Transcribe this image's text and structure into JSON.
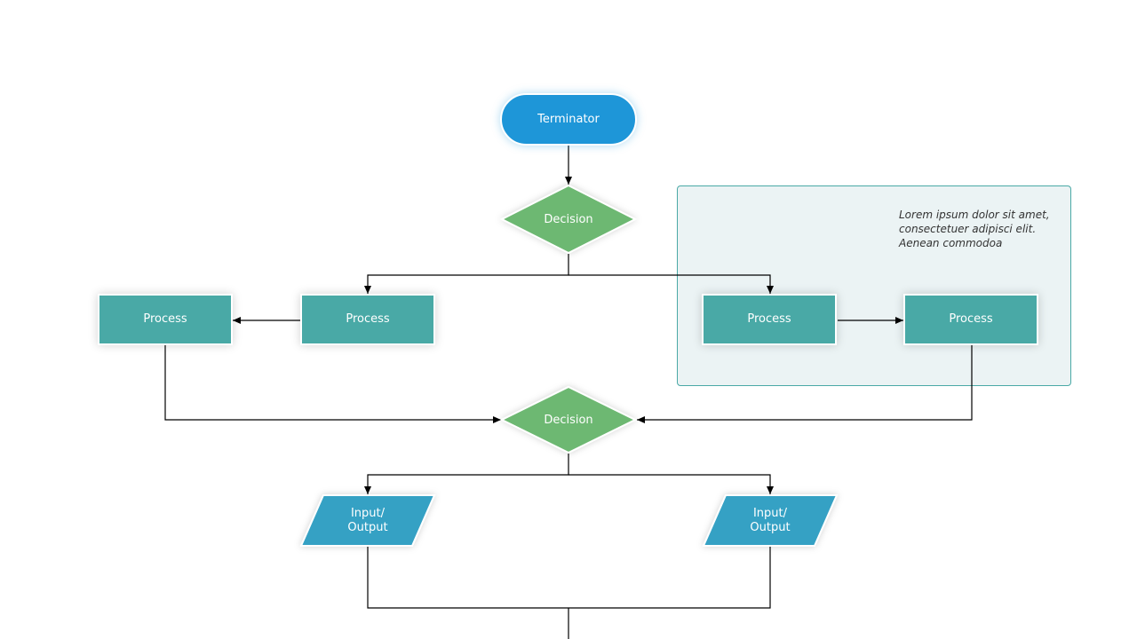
{
  "diagram": {
    "terminator": {
      "label": "Terminator"
    },
    "decision_top": {
      "label": "Decision"
    },
    "decision_bottom": {
      "label": "Decision"
    },
    "process_far_left": {
      "label": "Process"
    },
    "process_left": {
      "label": "Process"
    },
    "process_group_left": {
      "label": "Process"
    },
    "process_group_right": {
      "label": "Process"
    },
    "io_left": {
      "label": "Input/\nOutput"
    },
    "io_right": {
      "label": "Input/\nOutput"
    },
    "note": {
      "text": "Lorem ipsum dolor sit amet,\nconsectetuer adipisci elit.\nAenean commodoa"
    }
  },
  "colors": {
    "terminator": "#1e96d8",
    "decision": "#6db872",
    "process": "#49a9a6",
    "io": "#35a1c4",
    "group_fill": "#ebf3f4",
    "group_border": "#4aa9a6",
    "connector": "#000000"
  }
}
